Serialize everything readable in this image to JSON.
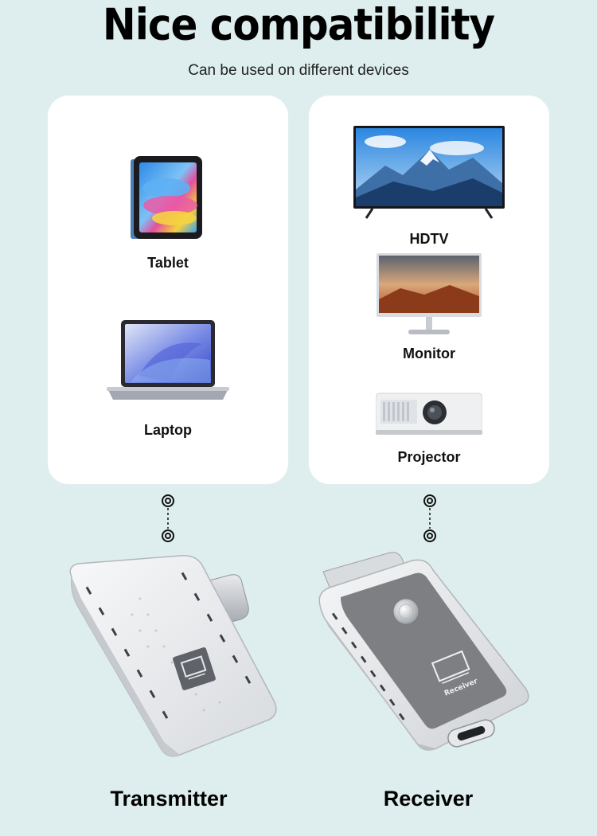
{
  "header": {
    "title": "Nice compatibility",
    "subtitle": "Can be used on different devices"
  },
  "source_devices": [
    {
      "label": "Tablet",
      "icon": "tablet-icon"
    },
    {
      "label": "Laptop",
      "icon": "laptop-icon"
    }
  ],
  "display_devices": [
    {
      "label": "HDTV",
      "icon": "tv-icon"
    },
    {
      "label": "Monitor",
      "icon": "monitor-icon"
    },
    {
      "label": "Projector",
      "icon": "projector-icon"
    }
  ],
  "products": {
    "transmitter_label": "Transmitter",
    "receiver_label": "Receiver",
    "receiver_print": "Receiver"
  },
  "colors": {
    "background": "#deeeee",
    "card": "#ffffff",
    "device_body": "#e9ecef",
    "receiver_panel": "#7d7f83"
  }
}
